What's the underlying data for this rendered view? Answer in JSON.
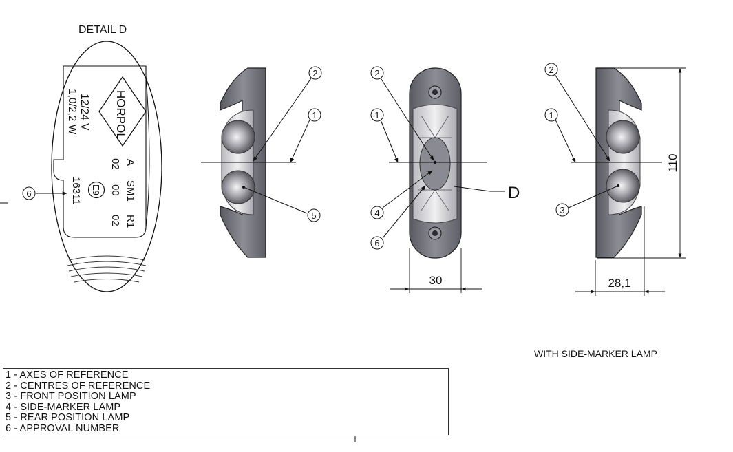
{
  "detail": {
    "title": "DETAIL D",
    "brand": "HORPOL",
    "voltage": "12/24 V",
    "power": "1,0/2,2 W",
    "code_a": "A",
    "code_a_num": "02",
    "code_sm1": "SM1",
    "code_sm1_num": "00",
    "code_r1": "R1",
    "code_r1_num": "02",
    "approval_mark": "E9",
    "approval_number": "16311"
  },
  "callouts": {
    "c1": "1",
    "c2": "2",
    "c3": "3",
    "c4": "4",
    "c5": "5",
    "c6": "6",
    "detail_ref": "D"
  },
  "dimensions": {
    "width_front": "30",
    "width_side": "28,1",
    "height": "110"
  },
  "caption": "WITH SIDE-MARKER LAMP",
  "legend": [
    "1 - AXES OF REFERENCE",
    "2 - CENTRES OF REFERENCE",
    "3 - FRONT POSITION LAMP",
    "4 - SIDE-MARKER LAMP",
    "5 - REAR POSITION LAMP",
    "6 - APPROVAL NUMBER"
  ],
  "colors": {
    "housing": "#6f6f78",
    "housing_light": "#9a9aa2",
    "lens": "#d9d9dc",
    "line": "#111111"
  }
}
